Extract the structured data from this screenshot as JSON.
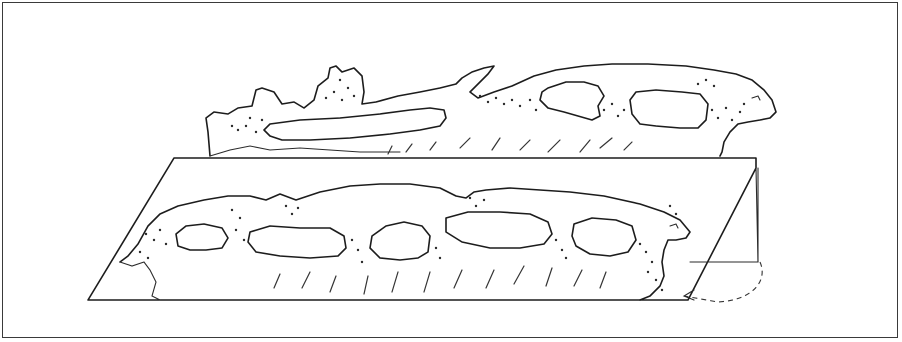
{
  "figure": {
    "type": "line-drawing",
    "subject": "",
    "elements": [
      "upper-specimen",
      "lower-specimen",
      "section-plane",
      "rotation-arrow"
    ]
  },
  "colors": {
    "ink": "#1c1c1c",
    "background": "#ffffff",
    "frame": "#3a3a3a"
  }
}
